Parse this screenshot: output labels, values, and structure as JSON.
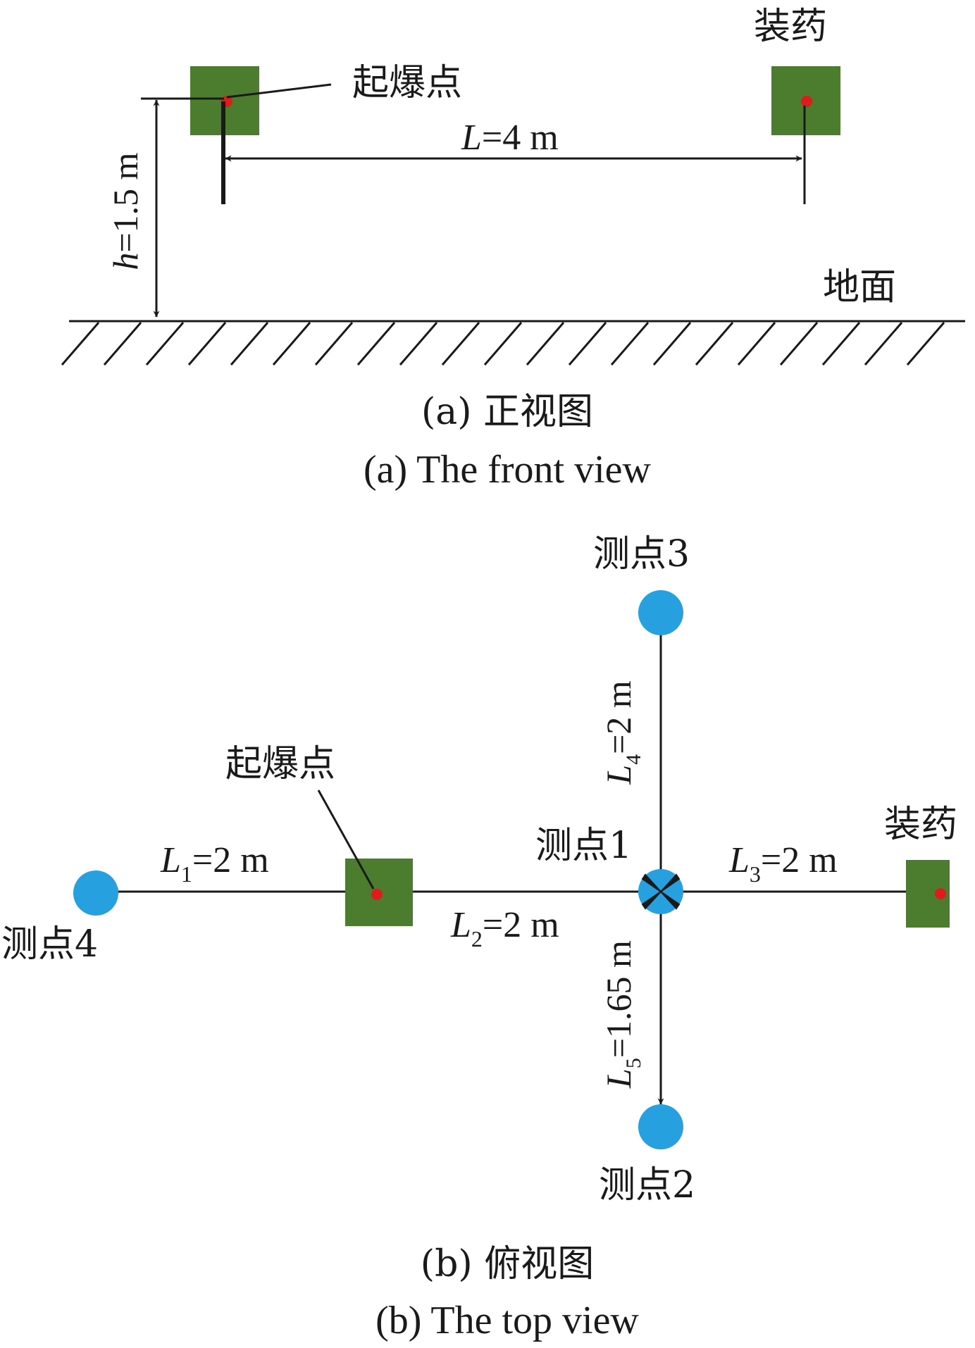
{
  "colors": {
    "charge": "#4c7d2e",
    "detonation_point": "#e01b1b",
    "gauge_point": "#27a0e0",
    "line": "#1a1a1a",
    "background": "#ffffff"
  },
  "front_view": {
    "detonation_label": "起爆点",
    "charge_label": "装药",
    "ground_label": "地面",
    "distance": {
      "symbol": "L",
      "value": "=4 m"
    },
    "height": {
      "symbol": "h",
      "value": "=1.5 m"
    },
    "caption_cn": "(a) 正视图",
    "caption_en": "(a) The front view"
  },
  "top_view": {
    "detonation_label": "起爆点",
    "charge_label": "装药",
    "gauge_1": "测点1",
    "gauge_2": "测点2",
    "gauge_3": "测点3",
    "gauge_4": "测点4",
    "L1": {
      "symbol": "L",
      "sub": "1",
      "value": "=2 m"
    },
    "L2": {
      "symbol": "L",
      "sub": "2",
      "value": "=2 m"
    },
    "L3": {
      "symbol": "L",
      "sub": "3",
      "value": "=2 m"
    },
    "L4": {
      "symbol": "L",
      "sub": "4",
      "value": "=2 m"
    },
    "L5": {
      "symbol": "L",
      "sub": "5",
      "value": "=1.65 m"
    },
    "caption_cn": "(b) 俯视图",
    "caption_en": "(b) The top view"
  }
}
